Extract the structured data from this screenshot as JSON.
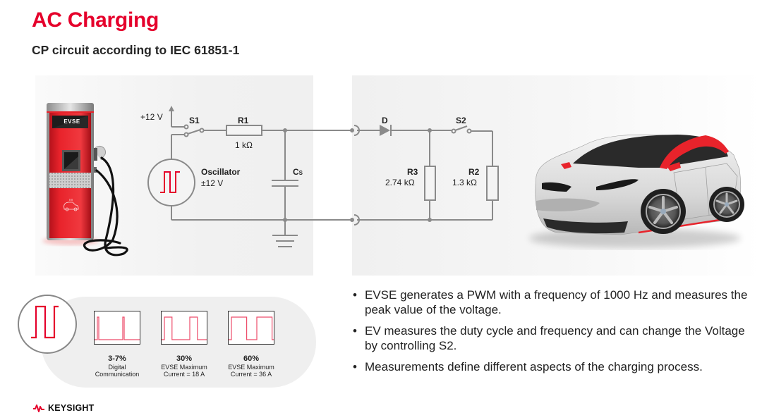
{
  "header": {
    "title": "AC Charging",
    "subtitle": "CP circuit according to IEC 61851-1"
  },
  "colors": {
    "accent": "#e5002b",
    "wire": "#8a8a8a",
    "text": "#222222"
  },
  "charger": {
    "label": "EVSE",
    "icon": "ev-charging-station-icon"
  },
  "circuit": {
    "supply_label": "+12 V",
    "switch1_label": "S1",
    "resistor1_label": "R1",
    "resistor1_value": "1 kΩ",
    "oscillator_label": "Oscillator",
    "oscillator_value": "±12 V",
    "capacitor_label": "C",
    "capacitor_sub": "S",
    "diode_label": "D",
    "switch2_label": "S2",
    "resistor3_label": "R3",
    "resistor3_value": "2.74 kΩ",
    "resistor2_label": "R2",
    "resistor2_value": "1.3 kΩ"
  },
  "vehicle": {
    "icon": "electric-car-icon"
  },
  "duty_cycles": [
    {
      "percent": "3-7%",
      "line1": "Digital",
      "line2": "Communication",
      "duty": 0.05
    },
    {
      "percent": "30%",
      "line1": "EVSE Maximum",
      "line2": "Current = 18 A",
      "duty": 0.3
    },
    {
      "percent": "60%",
      "line1": "EVSE Maximum",
      "line2": "Current = 36 A",
      "duty": 0.6
    }
  ],
  "bullets": [
    {
      "text": "EVSE generates a PWM with a frequency of 1000 Hz and measures the peak value of the voltage."
    },
    {
      "text": "EV measures the duty cycle and frequency and can change the Voltage by controlling S2."
    },
    {
      "text": "Measurements define different aspects of the charging process."
    }
  ],
  "bullet_glyph": "•",
  "footer": {
    "brand": "KEYSIGHT"
  }
}
